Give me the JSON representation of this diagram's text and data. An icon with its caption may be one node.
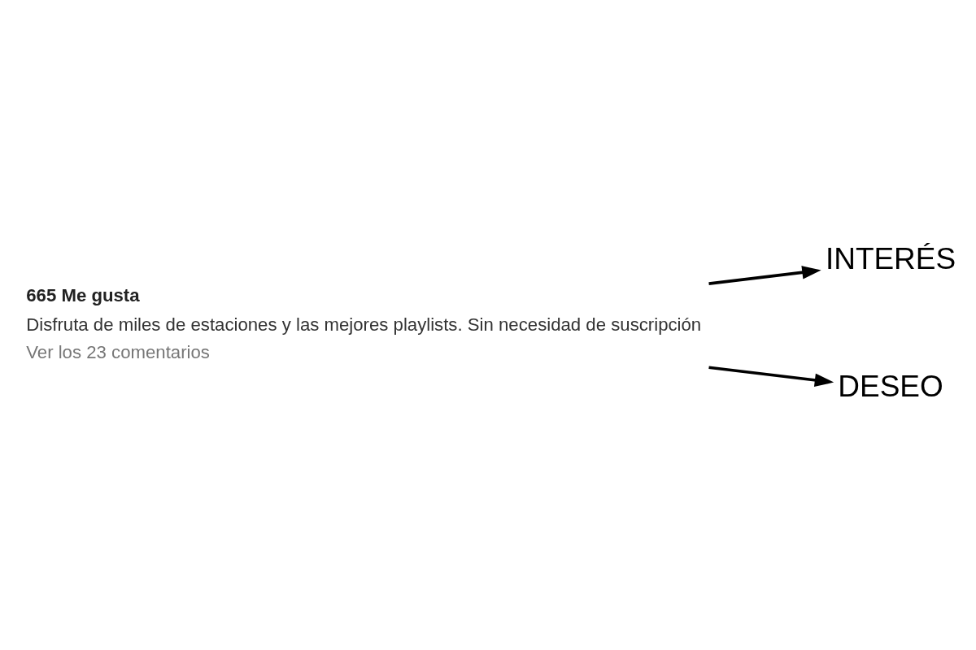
{
  "diagram": {
    "nodes": [
      {
        "text": [
          "665 Me gusta",
          "Disfruta de miles de estaciones y las mejores playlists. Sin necesidad de suscripción",
          "Ver los 23 comentarios"
        ]
      },
      {
        "text": [
          "INTERÉS"
        ]
      },
      {
        "text": [
          "DESEO"
        ]
      }
    ],
    "edges": [
      {
        "from": 0,
        "to": 1,
        "arrow": "to"
      },
      {
        "from": 0,
        "to": 2,
        "arrow": "to"
      }
    ]
  }
}
